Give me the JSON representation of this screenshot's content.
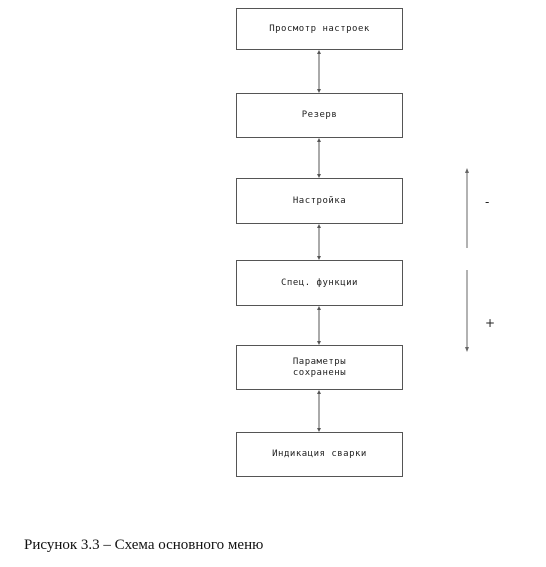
{
  "diagram": {
    "nodes": [
      {
        "label": "Просмотр настроек"
      },
      {
        "label": "Резерв"
      },
      {
        "label": "Настройка"
      },
      {
        "label": "Спец. функции"
      },
      {
        "label": "Параметры\nсохранены"
      },
      {
        "label": "Индикация сварки"
      }
    ],
    "side_controls": {
      "minus_label": "-",
      "plus_label": "+"
    }
  },
  "caption": "Рисунок 3.3 – Схема основного меню"
}
